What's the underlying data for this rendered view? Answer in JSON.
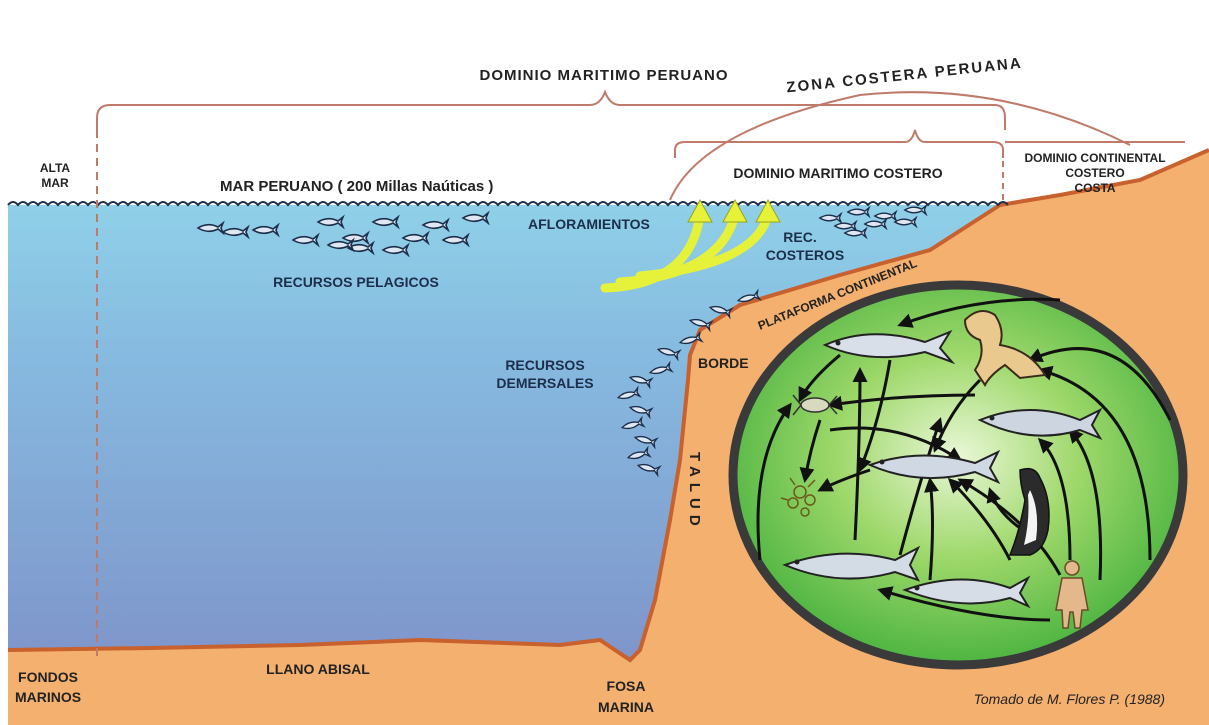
{
  "labels": {
    "dominio_maritimo_peruano": "DOMINIO MARITIMO PERUANO",
    "zona_costera_peruana": "ZONA COSTERA PERUANA",
    "alta_mar_1": "ALTA",
    "alta_mar_2": "MAR",
    "mar_peruano": "MAR PERUANO ( 200 Millas Naúticas )",
    "dominio_maritimo_costero": "DOMINIO MARITIMO COSTERO",
    "dominio_continental_1": "DOMINIO CONTINENTAL",
    "dominio_continental_2": "COSTERO",
    "dominio_continental_3": "COSTA",
    "afloramientos": "AFLORAMIENTOS",
    "rec_costeros_1": "REC.",
    "rec_costeros_2": "COSTEROS",
    "recursos_pelagicos": "RECURSOS PELAGICOS",
    "plataforma_continental": "PLATAFORMA CONTINENTAL",
    "recursos_demersales_1": "RECURSOS",
    "recursos_demersales_2": "DEMERSALES",
    "borde": "BORDE",
    "talud": "TALUD",
    "fondos_marinos_1": "FONDOS",
    "fondos_marinos_2": "MARINOS",
    "llano_abisal": "LLANO ABISAL",
    "fosa_marina_1": "FOSA",
    "fosa_marina_2": "MARINA",
    "credit": "Tomado de M. Flores P. (1988)"
  },
  "colors": {
    "sea_top": "#8fd0e8",
    "sea_bottom": "#7f95cb",
    "land": "#f3b06f",
    "land_edge": "#c8612d",
    "bracket": "#c07a6a",
    "upwelling": "#e6f23a",
    "foodweb_fill": "#4fb83f",
    "foodweb_ring": "#3a3a3a"
  }
}
